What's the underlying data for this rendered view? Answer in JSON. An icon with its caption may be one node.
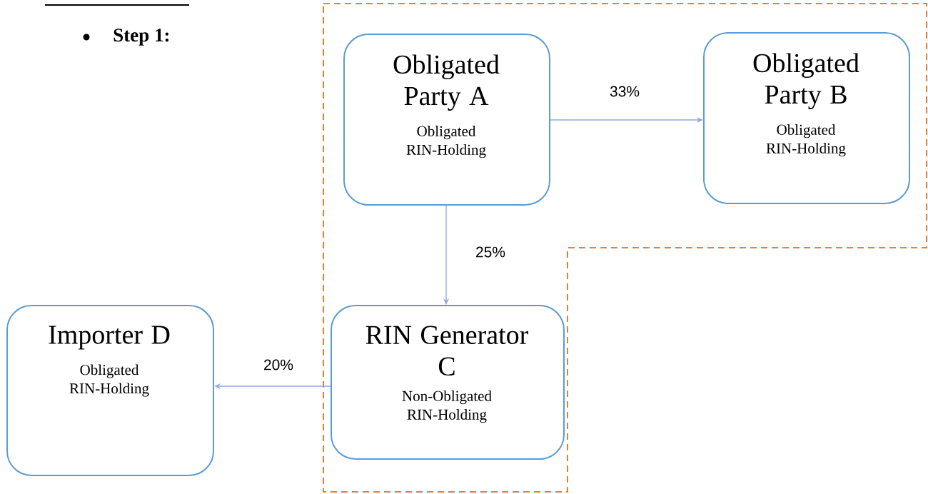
{
  "diagram": {
    "nodes": [
      {
        "text": [
          "Obligated Party A",
          "Obligated RIN-Holding"
        ]
      },
      {
        "text": [
          "Obligated Party B",
          "Obligated RIN-Holding"
        ]
      },
      {
        "text": [
          "RIN Generator C",
          "Non-Obligated RIN-Holding"
        ]
      },
      {
        "text": [
          "Importer D",
          "Obligated RIN-Holding"
        ]
      }
    ],
    "edges": [
      {
        "from": 0,
        "to": 1,
        "arrow": "to",
        "label": "33%"
      },
      {
        "from": 0,
        "to": 2,
        "arrow": "to",
        "label": "25%"
      },
      {
        "from": 2,
        "to": 3,
        "arrow": "to",
        "label": "20%"
      }
    ],
    "labels": [
      "Step 1:"
    ]
  }
}
